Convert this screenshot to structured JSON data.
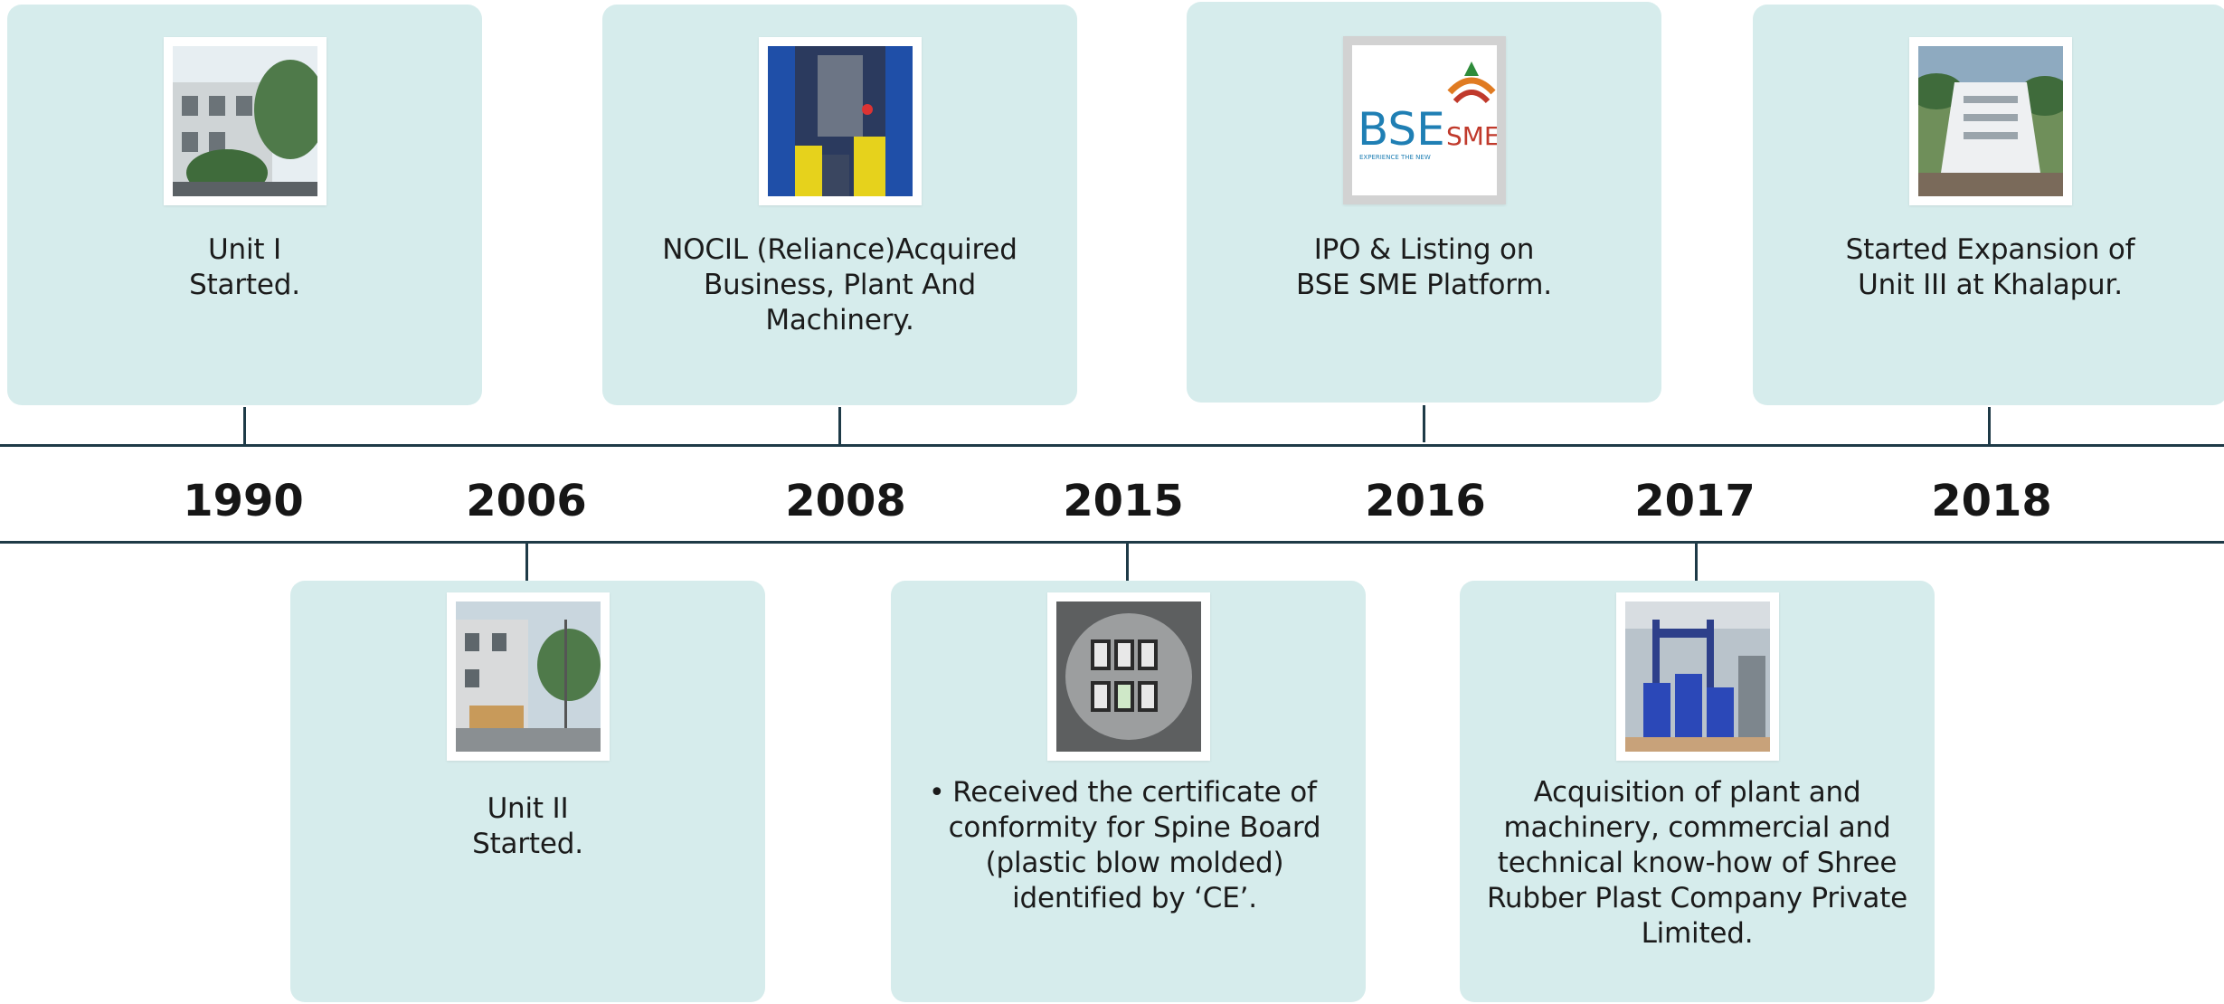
{
  "timeline": {
    "years": [
      "1990",
      "2006",
      "2008",
      "2015",
      "2016",
      "2017",
      "2018"
    ],
    "events": [
      {
        "year": "1990",
        "lines": [
          "Unit I",
          "Started."
        ],
        "image": "factory-building-photo"
      },
      {
        "year": "2006",
        "lines": [
          "Unit II",
          "Started."
        ],
        "image": "unit-two-building-photo"
      },
      {
        "year": "2008",
        "lines": [
          "NOCIL (Reliance)Acquired",
          "Business, Plant And",
          "Machinery."
        ],
        "image": "blow-molding-machine-photo"
      },
      {
        "year": "2015",
        "lines": [
          "Received the certificate of",
          "conformity for Spine Board",
          "(plastic blow molded)",
          "identified by ‘CE’."
        ],
        "bullet": "•",
        "image": "framed-certificates-photo"
      },
      {
        "year": "2016",
        "lines": [
          "IPO & Listing on",
          "BSE SME Platform."
        ],
        "image": "bse-sme-logo"
      },
      {
        "year": "2017",
        "lines": [
          "Acquisition of plant and",
          "machinery, commercial and",
          "technical know-how of Shree",
          "Rubber Plast Company Private",
          "Limited."
        ],
        "image": "plant-machinery-photo"
      },
      {
        "year": "2018",
        "lines": [
          "Started Expansion of",
          "Unit III at Khalapur."
        ],
        "image": "khalapur-unit-aerial-photo"
      }
    ],
    "logo": {
      "bse": "BSE",
      "sme": "SME",
      "tagline": "EXPERIENCE THE NEW"
    }
  },
  "colors": {
    "card_background": "#d6ecec",
    "timeline_line": "#1e3a47",
    "bse_blue": "#1f7fb4",
    "sme_red": "#c0392b"
  }
}
